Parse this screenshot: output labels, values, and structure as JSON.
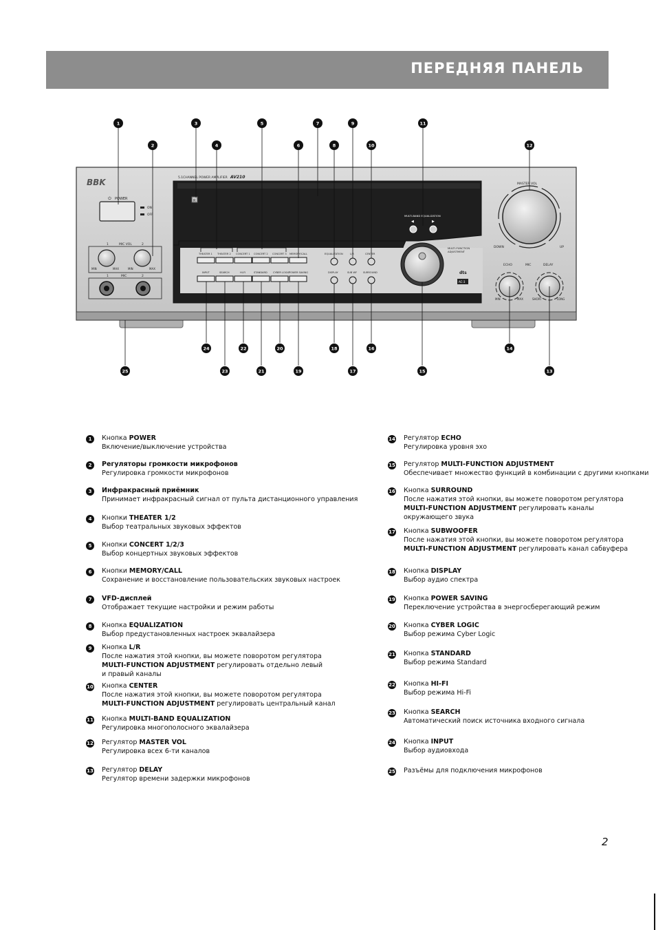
{
  "header": {
    "title": "ПЕРЕДНЯЯ ПАНЕЛЬ"
  },
  "device": {
    "brand": "BBK",
    "model_caption": "5.1CHANNEL POWER AMPLIFIER",
    "model": "AV210",
    "power": "POWER",
    "power_symbol": "⏻",
    "on": "ON",
    "off": "OFF",
    "mic_vol": "MIC VOL",
    "mic": "MIC",
    "mic1": "1",
    "mic2": "2",
    "min": "MIN",
    "max": "MAX",
    "ir": "R",
    "mbe": "MULTI-BAND EQUALIZATION",
    "master_vol": "MASTER VOL",
    "down": "DOWN",
    "up": "UP",
    "mfa1": "MULTI-FUNCTION",
    "mfa2": "ADJUSTMENT",
    "echo": "ECHO",
    "delay": "DELAY",
    "short": "SHORT",
    "long": "LONG",
    "dts": "dts",
    "ac3": "AC-3",
    "buttons_top": [
      "THEATER 1",
      "THEATER 2",
      "CONCERT 1",
      "CONCERT 2",
      "CONCERT 3",
      "MEMORY/CALL"
    ],
    "buttons_bottom": [
      "INPUT",
      "SEARCH",
      "HI-FI",
      "STANDARD",
      "CYBER LOGIC",
      "POWER SAVING"
    ],
    "knobs_top": [
      "EQUALIZATION",
      "L/R",
      "CENTER"
    ],
    "knobs_bottom": [
      "DISPLAY",
      "SUB WF",
      "SURROUND"
    ]
  },
  "callouts": [
    "1",
    "2",
    "3",
    "4",
    "5",
    "6",
    "7",
    "8",
    "9",
    "10",
    "11",
    "12",
    "13",
    "14",
    "15",
    "16",
    "17",
    "18",
    "19",
    "20",
    "21",
    "22",
    "23",
    "24",
    "25"
  ],
  "legend": {
    "left": [
      {
        "n": "1",
        "pre": "Кнопка ",
        "bold": "POWER",
        "desc": [
          "Включение/выключение устройства"
        ]
      },
      {
        "n": "2",
        "pre": "",
        "bold": "Регуляторы громкости микрофонов",
        "desc": [
          "Регулировка громкости микрофонов"
        ]
      },
      {
        "n": "3",
        "pre": "",
        "bold": "Инфракрасный приёмник",
        "desc": [
          "Принимает инфракрасный сигнал от пульта дистанционного управления"
        ]
      },
      {
        "n": "4",
        "pre": "Кнопки ",
        "bold": "THEATER 1/2",
        "desc": [
          "Выбор театральных звуковых эффектов"
        ]
      },
      {
        "n": "5",
        "pre": "Кнопки ",
        "bold": "CONCERT 1/2/3",
        "desc": [
          "Выбор концертных звуковых эффектов"
        ]
      },
      {
        "n": "6",
        "pre": "Кнопки ",
        "bold": "MEMORY/CALL",
        "desc": [
          "Сохранение и восстановление пользовательских звуковых настроек"
        ]
      },
      {
        "n": "7",
        "pre": "",
        "bold": "VFD-дисплей",
        "desc": [
          "Отображает текущие настройки и режим работы"
        ]
      },
      {
        "n": "8",
        "pre": "Кнопка ",
        "bold": "EQUALIZATION",
        "desc": [
          "Выбор предустановленных настроек эквалайзера"
        ]
      },
      {
        "n": "9",
        "pre": "Кнопка ",
        "bold": "L/R",
        "desc": [
          "После нажатия этой кнопки, вы можете поворотом регулятора",
          "MULTI-FUNCTION ADJUSTMENT| регулировать отдельно левый",
          "и правый каналы"
        ]
      },
      {
        "n": "10",
        "pre": "Кнопка ",
        "bold": "CENTER",
        "desc": [
          "После нажатия этой кнопки, вы можете поворотом регулятора",
          "MULTI-FUNCTION ADJUSTMENT| регулировать центральный канал"
        ]
      },
      {
        "n": "11",
        "pre": "Кнопка ",
        "bold": "MULTI-BAND EQUALIZATION",
        "desc": [
          "Регулировка многополосного эквалайзера"
        ]
      },
      {
        "n": "12",
        "pre": "Регулятор ",
        "bold": "MASTER VOL",
        "desc": [
          "Регулировка всех 6-ти каналов"
        ]
      },
      {
        "n": "13",
        "pre": "Регулятор ",
        "bold": "DELAY",
        "desc": [
          "Регулятор времени задержки микрофонов"
        ]
      }
    ],
    "right": [
      {
        "n": "14",
        "pre": "Регулятор ",
        "bold": "ECHO",
        "desc": [
          "Регулировка уровня эхо"
        ]
      },
      {
        "n": "15",
        "pre": "Регулятор ",
        "bold": "MULTI-FUNCTION ADJUSTMENT",
        "desc": [
          "Обеспечивает множество функций в комбинации с другими кнопками"
        ]
      },
      {
        "n": "16",
        "pre": "Кнопка ",
        "bold": "SURROUND",
        "desc": [
          "После нажатия этой кнопки, вы можете поворотом регулятора",
          "MULTI-FUNCTION ADJUSTMENT| регулировать каналы",
          "окружающего звука"
        ]
      },
      {
        "n": "17",
        "pre": "Кнопка ",
        "bold": "SUBWOOFER",
        "desc": [
          "После нажатия этой кнопки, вы можете поворотом регулятора",
          "MULTI-FUNCTION ADJUSTMENT| регулировать канал сабвуфера"
        ]
      },
      {
        "n": "18",
        "pre": "Кнопка ",
        "bold": "DISPLAY",
        "desc": [
          "Выбор аудио спектра"
        ]
      },
      {
        "n": "19",
        "pre": "Кнопка ",
        "bold": "POWER SAVING",
        "desc": [
          "Переключение устройства в энергосберегающий режим"
        ]
      },
      {
        "n": "20",
        "pre": "Кнопка ",
        "bold": "CYBER LOGIC",
        "desc": [
          "Выбор режима Cyber Logic"
        ]
      },
      {
        "n": "21",
        "pre": "Кнопка ",
        "bold": "STANDARD",
        "desc": [
          "Выбор режима Standard"
        ]
      },
      {
        "n": "22",
        "pre": "Кнопка ",
        "bold": "HI-FI",
        "desc": [
          "Выбор режима Hi-Fi"
        ]
      },
      {
        "n": "23",
        "pre": "Кнопка ",
        "bold": "SEARCH",
        "desc": [
          "Автоматический поиск источника входного сигнала"
        ]
      },
      {
        "n": "24",
        "pre": "Кнопка ",
        "bold": "INPUT",
        "desc": [
          "Выбор аудиовхода"
        ]
      },
      {
        "n": "25",
        "pre": "",
        "bold": "",
        "desc": [
          "Разъёмы для подключения микрофонов"
        ]
      }
    ]
  },
  "page_number": "2"
}
